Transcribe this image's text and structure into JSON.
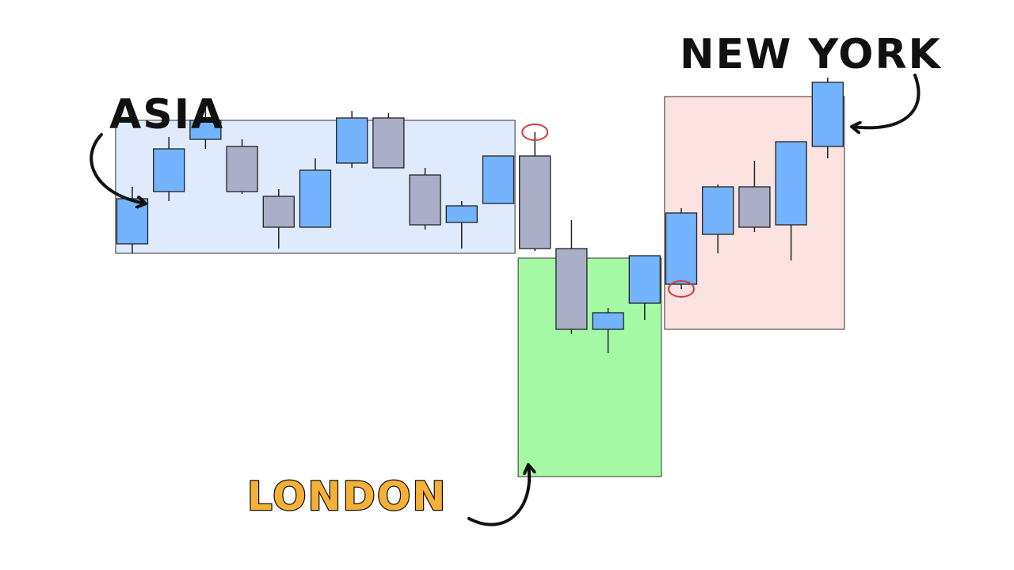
{
  "chart_data": {
    "type": "candlestick",
    "title": "",
    "xlabel": "",
    "ylabel": "",
    "ylim": [
      0,
      100
    ],
    "grid": false,
    "colors": {
      "bullish": "#74b3fd",
      "bearish": "#aaaec6",
      "outline": "#222222",
      "extreme_marker": "#d33a3a"
    },
    "sessions": [
      {
        "name": "ASIA",
        "fill": "#dfeafd",
        "label_color": "#111111",
        "start": 0,
        "end": 10,
        "low": 60,
        "high": 88
      },
      {
        "name": "LONDON",
        "fill": "#a5f9a5",
        "label_color": "#f5b035",
        "start": 11,
        "end": 14,
        "low": 13,
        "high": 59
      },
      {
        "name": "NEW YORK",
        "fill": "#fde2e2",
        "label_color": "#111111",
        "start": 15,
        "end": 19,
        "low": 44,
        "high": 93
      }
    ],
    "candles": [
      {
        "open": 62,
        "close": 71.5,
        "high": 74,
        "low": 60
      },
      {
        "open": 73,
        "close": 82,
        "high": 84.5,
        "low": 71
      },
      {
        "open": 84,
        "close": 88,
        "high": 92.5,
        "low": 82
      },
      {
        "open": 82.5,
        "close": 73,
        "high": 84,
        "low": 72.5
      },
      {
        "open": 72,
        "close": 65.5,
        "high": 73.5,
        "low": 61
      },
      {
        "open": 65.5,
        "close": 77.5,
        "high": 80,
        "low": 65.5
      },
      {
        "open": 79,
        "close": 88.5,
        "high": 90,
        "low": 78
      },
      {
        "open": 88.5,
        "close": 78,
        "high": 89.5,
        "low": 78
      },
      {
        "open": 76.5,
        "close": 66,
        "high": 78,
        "low": 65
      },
      {
        "open": 66.5,
        "close": 70,
        "high": 71,
        "low": 61
      },
      {
        "open": 70.5,
        "close": 80.5,
        "high": 80.5,
        "low": 70.5
      },
      {
        "open": 80.5,
        "close": 61,
        "high": 85.5,
        "low": 60.5
      },
      {
        "open": 61,
        "close": 44,
        "high": 67,
        "low": 43
      },
      {
        "open": 44,
        "close": 47.5,
        "high": 48.5,
        "low": 39
      },
      {
        "open": 49.5,
        "close": 59.5,
        "high": 59.5,
        "low": 46
      },
      {
        "open": 53.5,
        "close": 68.5,
        "high": 69.5,
        "low": 52.5
      },
      {
        "open": 64,
        "close": 74,
        "high": 74.5,
        "low": 60
      },
      {
        "open": 74,
        "close": 65.5,
        "high": 79.5,
        "low": 64.5
      },
      {
        "open": 66,
        "close": 83.5,
        "high": 83.5,
        "low": 58.5
      },
      {
        "open": 82.5,
        "close": 96,
        "high": 97,
        "low": 80
      }
    ],
    "annotations": [
      {
        "type": "circle",
        "at": "high",
        "candle": 11
      },
      {
        "type": "circle",
        "at": "low",
        "candle": 15
      }
    ]
  }
}
